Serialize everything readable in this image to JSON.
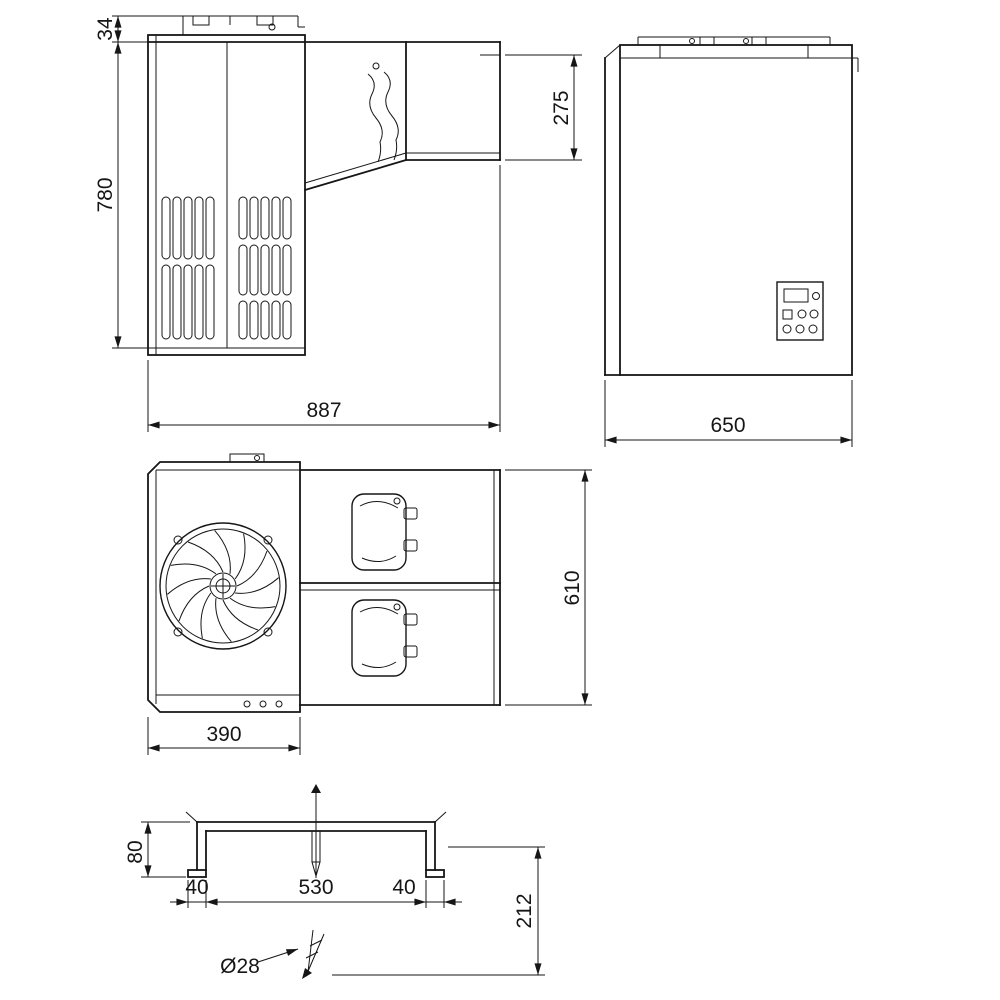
{
  "drawing": {
    "side_view": {
      "dim_bracket_offset": "34",
      "dim_body_height": "780",
      "dim_total_width": "887",
      "dim_condenser_height": "275"
    },
    "front_view": {
      "dim_width": "650"
    },
    "top_view": {
      "dim_depth": "610",
      "dim_body_width": "390"
    },
    "bracket_detail": {
      "dim_flange_height": "80",
      "dim_left_offset": "40",
      "dim_span": "530",
      "dim_right_offset": "40",
      "dim_drop": "212",
      "dim_hole_diameter": "Ø28"
    }
  },
  "colors": {
    "line": "#161616",
    "background": "#ffffff"
  }
}
